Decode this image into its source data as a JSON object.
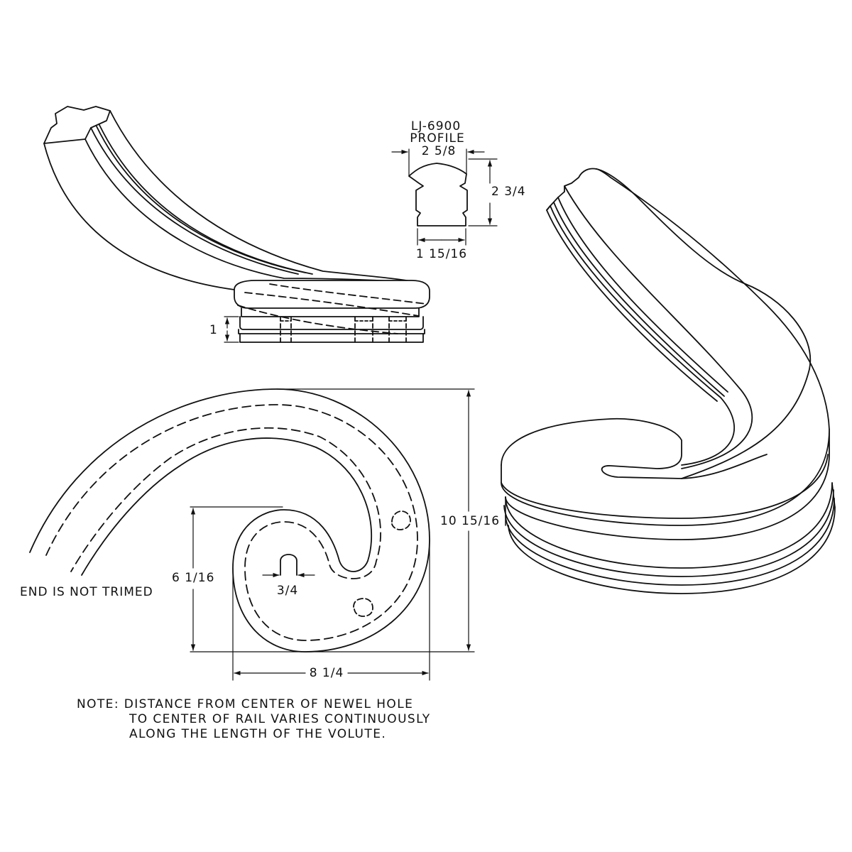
{
  "profile": {
    "title_line1": "LJ-6900",
    "title_line2": "PROFILE",
    "width_top": "2 5/8",
    "height": "2 3/4",
    "width_bottom": "1 15/16"
  },
  "side_view": {
    "height": "1"
  },
  "plan_view": {
    "overall_depth": "10 15/16",
    "inner_depth": "6 1/16",
    "overall_width": "8 1/4",
    "newel_hole": "3/4",
    "end_note": "END IS NOT TRIMED"
  },
  "note": {
    "line1": "NOTE: DISTANCE FROM CENTER OF NEWEL HOLE",
    "line2": "TO CENTER OF RAIL VARIES CONTINUOUSLY",
    "line3": "ALONG THE LENGTH OF THE VOLUTE."
  },
  "colors": {
    "line": "#111111",
    "background": "#ffffff"
  }
}
